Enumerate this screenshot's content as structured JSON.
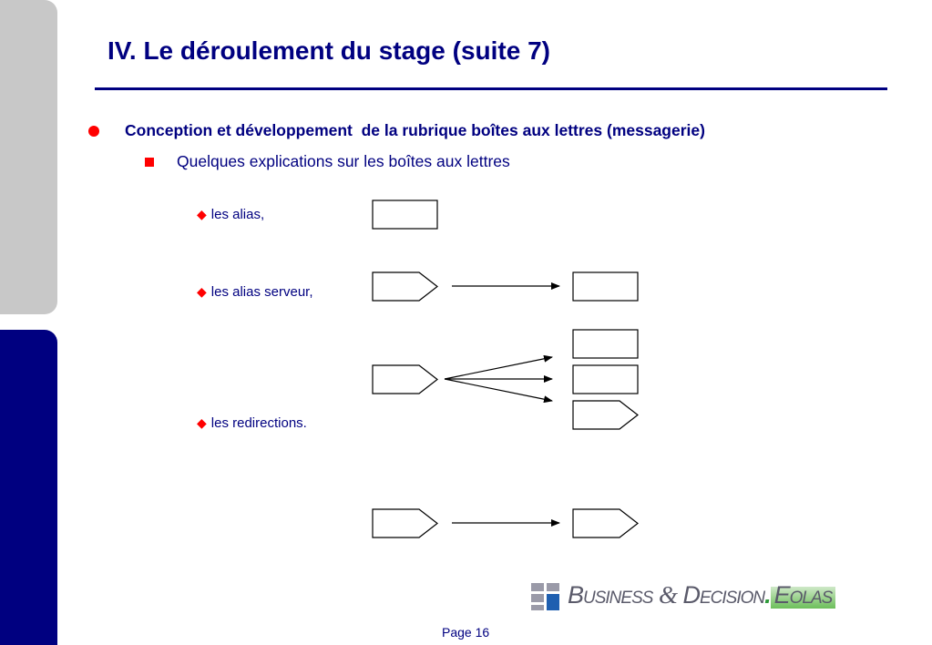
{
  "slide": {
    "title": "IV. Le déroulement du stage (suite 7)",
    "bullet_level1": "Conception et développement  de la rubrique boîtes aux lettres (messagerie)",
    "bullet_level2": "Quelques explications sur les boîtes aux lettres",
    "items": [
      "les alias,",
      "les alias serveur,",
      "les redirections."
    ],
    "page_label": "Page 16"
  },
  "logo": {
    "text_business": "Business",
    "text_and": "&",
    "text_decision": "Decision",
    "text_dot": ".",
    "text_eolas": "Eolas"
  },
  "colors": {
    "navy": "#000080",
    "red_bullet": "#ff0000",
    "side_gray": "#c8c8c8"
  }
}
